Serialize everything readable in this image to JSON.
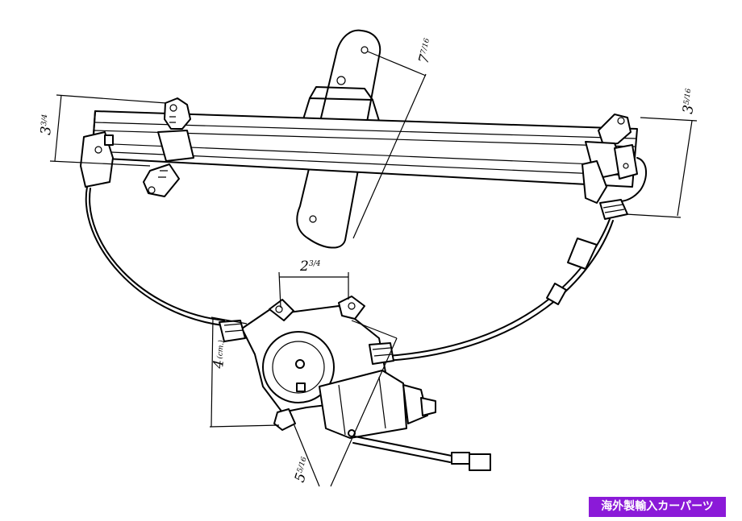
{
  "dimensions": {
    "height_left": {
      "whole": "3",
      "fraction": "3/4"
    },
    "height_right": {
      "whole": "3",
      "fraction": "5/16"
    },
    "length_vertical": {
      "whole": "7",
      "fraction": "7/16"
    },
    "motor_width": {
      "whole": "2",
      "fraction": "3/4"
    },
    "motor_height": {
      "whole": "4",
      "unit": "(cm.)"
    },
    "motor_offset": {
      "whole": "5",
      "fraction": "5/16"
    }
  },
  "badge": {
    "label": "海外製輸入カーパーツ"
  },
  "colors": {
    "line": "#000000",
    "background": "#ffffff",
    "badge": "#8b1ad8"
  }
}
